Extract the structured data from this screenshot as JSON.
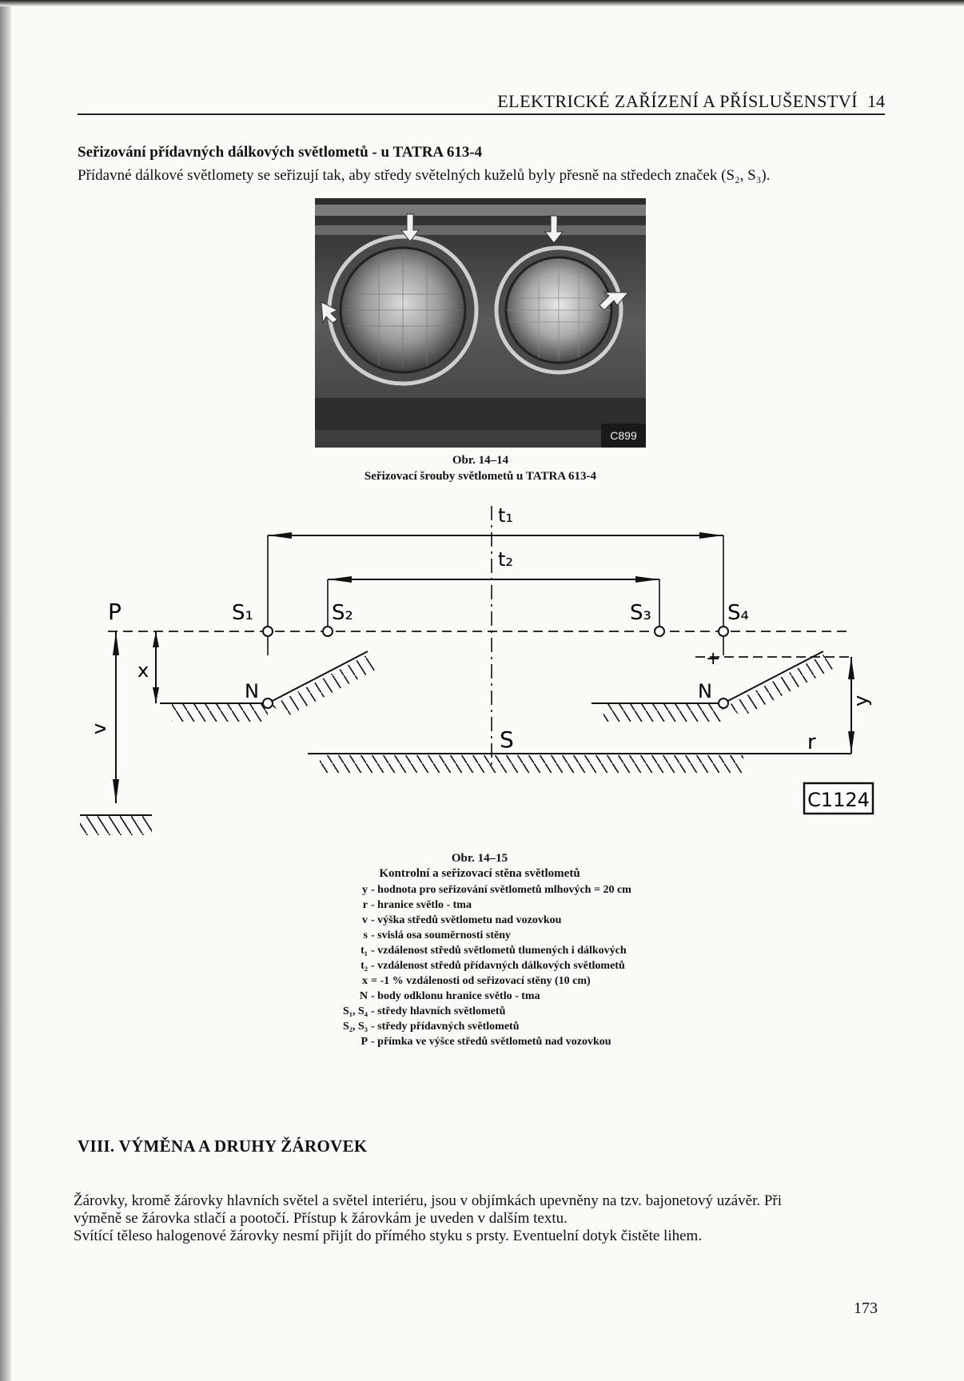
{
  "running_head": {
    "title": "ELEKTRICKÉ ZAŘÍZENÍ A PŘÍSLUŠENSTVÍ",
    "chapter": "14"
  },
  "section": {
    "heading": "Seřizování přídavných dálkových světlometů - u TATRA 613-4",
    "intro": "Přídavné dálkové světlomety se seřizují tak, aby středy světelných kuželů byly přesně na středech značek (S₂, S₃)."
  },
  "figure1": {
    "code": "C899",
    "caption_num": "Obr. 14–14",
    "caption_text": "Seřizovací šrouby světlometů u TATRA 613-4"
  },
  "figure2": {
    "code": "C1124",
    "labels": {
      "t1": "t₁",
      "t2": "t₂",
      "P": "P",
      "S1": "S₁",
      "S2": "S₂",
      "S3": "S₃",
      "S4": "S₄",
      "x": "x",
      "v": "v",
      "y": "y",
      "N_left": "N",
      "N_right": "N",
      "S": "S",
      "r": "r",
      "plus": "+"
    },
    "caption_num": "Obr. 14–15",
    "caption_text": "Kontrolní a seřizovací stěna světlometů",
    "legend": [
      {
        "k": "y",
        "d": "- hodnota pro seřizování světlometů mlhových = 20 cm"
      },
      {
        "k": "r",
        "d": "- hranice světlo - tma"
      },
      {
        "k": "v",
        "d": "- výška středů světlometu nad vozovkou"
      },
      {
        "k": "s",
        "d": "- svislá osa souměrnosti stěny"
      },
      {
        "k": "t₁",
        "d": "- vzdálenost středů světlometů tlumených i dálkových"
      },
      {
        "k": "t₂",
        "d": "- vzdálenost středů přídavných dálkových světlometů"
      },
      {
        "k": "x",
        "d": "= -1 % vzdálenosti od seřizovací stěny (10 cm)"
      },
      {
        "k": "N",
        "d": "- body odklonu hranice světlo - tma"
      },
      {
        "k": "S₁, S₄",
        "d": "- středy hlavních světlometů"
      },
      {
        "k": "S₂, S₃",
        "d": "- středy přídavných světlometů"
      },
      {
        "k": "P",
        "d": "- přímka ve výšce středů světlometů nad vozovkou"
      }
    ]
  },
  "section2": {
    "title": "VIII. VÝMĚNA A DRUHY ŽÁROVEK",
    "lines": [
      "Žárovky, kromě žárovky hlavních světel a světel interiéru, jsou v objímkách upevněny na tzv. bajonetový uzávěr. Při",
      "výměně se žárovka stlačí a pootočí. Přístup k žárovkám je uveden v dalším textu.",
      "Svítící těleso halogenové žárovky nesmí přijít do přímého styku s prsty. Eventuelní dotyk čistěte lihem."
    ]
  },
  "page_number": "173"
}
